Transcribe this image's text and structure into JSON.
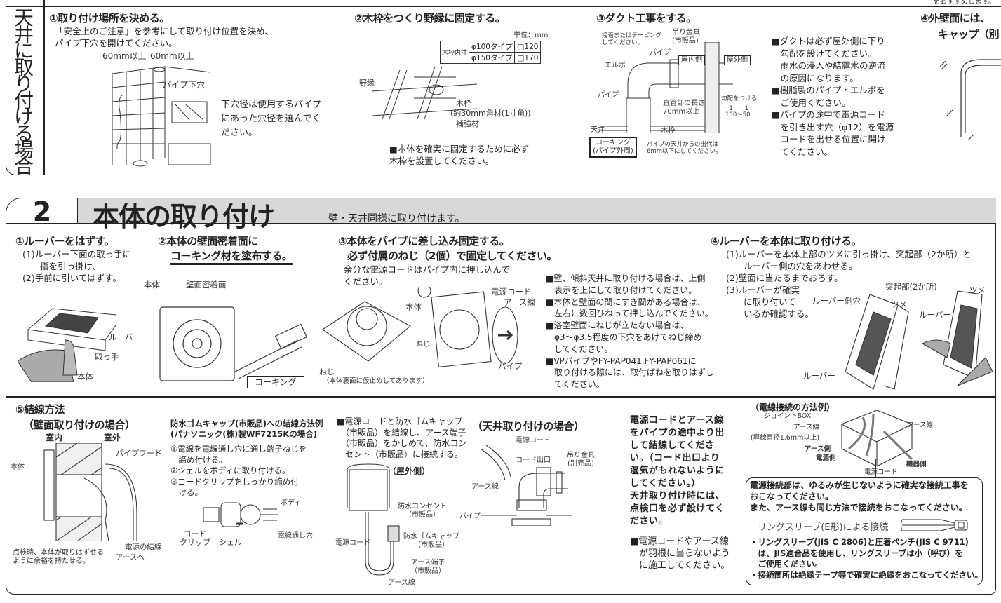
{
  "top_note": "をおすすめします。",
  "ceiling": {
    "side_title": "天井に取り付ける場合",
    "step1": {
      "title": "①取り付け場所を決める。",
      "desc": [
        "「安全上のご注意」を参考にして取り付け位置を決め、",
        "パイプ下穴を開けてください。"
      ],
      "dim_left": "60mm以上",
      "dim_right": "60mm以上",
      "hole_label": "パイプ下穴",
      "note": [
        "下穴径は使用するパイプ",
        "にあった穴径を選んでく",
        "ださい。"
      ]
    },
    "step2": {
      "title": "②木枠をつくり野縁に固定する。",
      "unit": "単位：mm",
      "table": {
        "header": "木枠内寸",
        "rows": [
          {
            "type": "φ100タイプ",
            "size": "□120"
          },
          {
            "type": "φ150タイプ",
            "size": "□170"
          }
        ]
      },
      "label_noen": "野縁",
      "label_waku": "木枠",
      "label_waku_size": "(約30mm角材(1寸角))",
      "label_hokyo": "補強材",
      "note": [
        "■本体を確実に固定するために必ず",
        "木枠を設置してください。"
      ]
    },
    "step3": {
      "title": "③ダクト工事をする。",
      "label_tape": [
        "接着またはテーピング",
        "してください。"
      ],
      "label_hanger": [
        "吊り金具",
        "(市販品)"
      ],
      "label_pipe_top": "パイプ",
      "label_indoor": "屋内側",
      "label_outdoor": "屋外側",
      "label_elbow": "エルボ",
      "label_pipe": "パイプ",
      "label_straight": [
        "直管部の長さ",
        "70mm以上"
      ],
      "label_slope": "勾配をつける",
      "slope_num1": "1",
      "slope_den1": "100",
      "slope_tilde": "～",
      "slope_num2": "1",
      "slope_den2": "50",
      "label_ceiling": "天井",
      "label_waku": "木枠",
      "caulking": [
        "コーキング",
        "(パイプ外周)"
      ],
      "label_protrude": [
        "パイプの天井からの出代は",
        "6mm以下にしてください。"
      ],
      "notes": [
        "■ダクトは必ず屋外側に下り",
        "　勾配を設けてください。",
        "　雨水の浸入や結露水の逆流",
        "　の原因になります。",
        "■樹脂製のパイプ・エルボを",
        "　ご使用ください。",
        "■パイプの途中で電源コード",
        "　を引き出す穴（φ12）を電源",
        "　コードを出せる位置に開け",
        "　てください。"
      ]
    },
    "step4": {
      "title": "④外壁面には、",
      "line2": "キャップ（別"
    }
  },
  "section2": {
    "number": "2",
    "title": "本体の取り付け",
    "subtitle": "壁・天井同様に取り付けます。",
    "step1": {
      "title": "①ルーバーをはずす。",
      "desc": [
        "(1)ルーバー下面の取っ手に",
        "　　指を引っ掛け、",
        "(2)手前に引いてはずす。"
      ],
      "label_louver": "ルーバー",
      "label_handle": "取っ手",
      "label_body": "本体"
    },
    "step2": {
      "title": "②本体の壁面密着面に",
      "title2": "コーキング材を塗布する。",
      "label_body": "本体",
      "label_surface": "壁面密着面",
      "caulking": "コーキング"
    },
    "step3": {
      "title": "③本体をパイプに差し込み固定する。",
      "title2": "必ず付属のねじ（2個）で固定してください。",
      "desc": [
        "余分な電源コードはパイプ内に押し込んで",
        "ください。"
      ],
      "label_cord": "電源コード",
      "label_earth": "アース線",
      "label_body": "本体",
      "label_screw": "ねじ",
      "label_screw2": "ねじ",
      "label_screw_note": "（本体裏面に仮止めしてあります）",
      "label_pipe": "パイプ",
      "notes": [
        "■壁、傾斜天井に取り付ける場合は、上側",
        "　表示を上にして取り付けてください。",
        "■本体と壁面の間にすき間がある場合は、",
        "　左右に数回ひねって押し込んでください。",
        "■浴室壁面にねじが立たない場合は、",
        "　φ3～φ3.5程度の下穴をあけてねじ締め",
        "　してください。",
        "■VPパイプやFY-PAP041,FY-PAP061に",
        "　取り付ける際には、取付ばねを取りはずし",
        "　てください。"
      ]
    },
    "step4": {
      "title": "④ルーバーを本体に取り付ける。",
      "desc": [
        "(1)ルーバーを本体上部のツメに引っ掛け、突起部（2か所）と",
        "　　ルーバー側の穴をあわせる。",
        "(2)壁面に当たるまでおろす。",
        "(3)ルーバーが確実",
        "　　に取り付いて",
        "　　いるか確認する。"
      ],
      "label_hole": "ルーバー側穴",
      "label_protrusion": "突起部(2か所)",
      "label_tsume": "ツメ",
      "label_tsume2": "ツメ",
      "label_louver": "ルーバー",
      "label_louver2": "ルーバー"
    },
    "step5": {
      "title": "⑤結線方法",
      "wall": {
        "title": "（壁面取り付けの場合）",
        "indoor": "室内",
        "outdoor": "室外",
        "hood": "パイプフード",
        "body": "本体",
        "power": "電源の結線",
        "earth": "アースへ",
        "note": [
          "点検時、本体が取りはずせる",
          "ように余裕を持たせる。"
        ]
      },
      "cap": {
        "title": [
          "防水ゴムキャップ(市販品)への結線方法例",
          "(パナソニック(株)製WF7215Kの場合)"
        ],
        "steps": [
          "①電線を電線通し穴に通し端子ねじを",
          "　締め付ける。",
          "②シェルをボディに取り付ける。",
          "③コードクリップをしっかり締め付",
          "　ける。"
        ],
        "body": "ボディ",
        "hole": "電線通し穴",
        "clip": [
          "コード",
          "クリップ"
        ],
        "shell": "シェル"
      },
      "outdoor": {
        "desc": [
          "■電源コードと防水ゴムキャップ",
          "　（市販品）を結線し、アース端子",
          "　（市販品）をかしめて、防水コン",
          "　セント（市販品）に接続する。"
        ],
        "side": "（屋外側）",
        "outlet": [
          "防水コンセント",
          "（市販品）"
        ],
        "cord": "電源コード",
        "cap": [
          "防水ゴムキャップ",
          "（市販品）"
        ],
        "terminal": [
          "アース端子",
          "（市販品）"
        ],
        "earth": "アース線"
      },
      "ceiling": {
        "title": "（天井取り付けの場合）",
        "cord": "電源コード",
        "exit": "コード出口",
        "hanger": [
          "吊り金具",
          "(別売品)"
        ],
        "earth": "アース線",
        "pipe": "パイプ"
      },
      "notice": [
        "電源コードとアース線",
        "をパイプの途中より出",
        "して結線してくださ",
        "い。（コード出口より",
        "湿気がもれないように",
        "してください。）",
        "天井取り付け時には、",
        "点検口を必ず設けてく",
        "ださい。"
      ],
      "notice2": [
        "■電源コードやアース線",
        "　が羽根に当らないよう",
        "　に施工してください。"
      ]
    },
    "wiring": {
      "title": "（電線接続の方法例）",
      "joint_box": "ジョイントBOX",
      "earth1": "アース線",
      "wire_dia": "(導線直径1.6mm以上)",
      "earth_side": "アース側",
      "power_side": "電源側",
      "earth2": "アース線",
      "device_side": "機器側",
      "cord": "電源コード",
      "box_text": [
        "電源接続部は、ゆるみが生じないように確実な接続工事を",
        "おこなってください。",
        "また、アース線も同じ方法で接続をおこなってください。"
      ],
      "sleeve": "リングスリーブ(E形)による接続",
      "bullets": [
        "・リングスリーブ(JIS C 2806)と圧着ペンチ(JIS C 9711)",
        "　は、JIS適合品を使用し、リングスリーブは小（呼び）を",
        "　ご使用ください。",
        "・接続箇所は絶縁テープ等で確実に絶縁をおこなってください。"
      ]
    }
  }
}
